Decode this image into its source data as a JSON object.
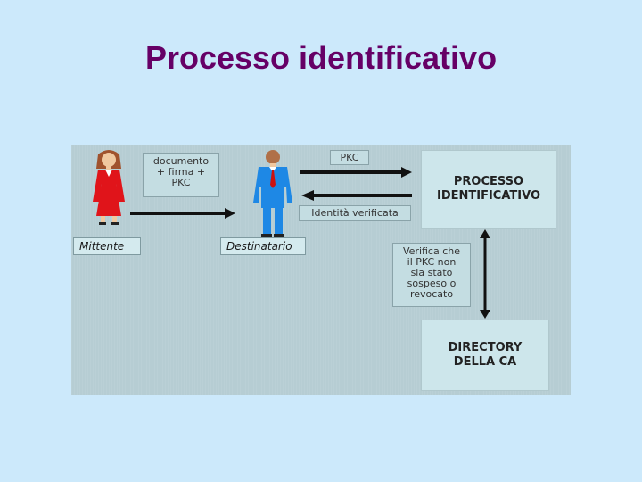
{
  "title": "Processo identificativo",
  "labels": {
    "sender": "Mittente",
    "recipient": "Destinatario",
    "doc_line1": "documento",
    "doc_line2": "+ firma +",
    "doc_line3": "PKC",
    "pkc": "PKC",
    "verified": "Identità verificata",
    "check_line1": "Verifica che",
    "check_line2": "il PKC non",
    "check_line3": "sia stato",
    "check_line4": "sospeso o",
    "check_line5": "revocato",
    "process_line1": "PROCESSO",
    "process_line2": "IDENTIFICATIVO",
    "directory_line1": "DIRECTORY",
    "directory_line2": "DELLA CA"
  },
  "colors": {
    "background": "#cce9fb",
    "title": "#660066",
    "panel": "#b6cdd3",
    "woman_suit": "#e0141a",
    "man_suit": "#1e88e5",
    "arrow": "#111111"
  }
}
